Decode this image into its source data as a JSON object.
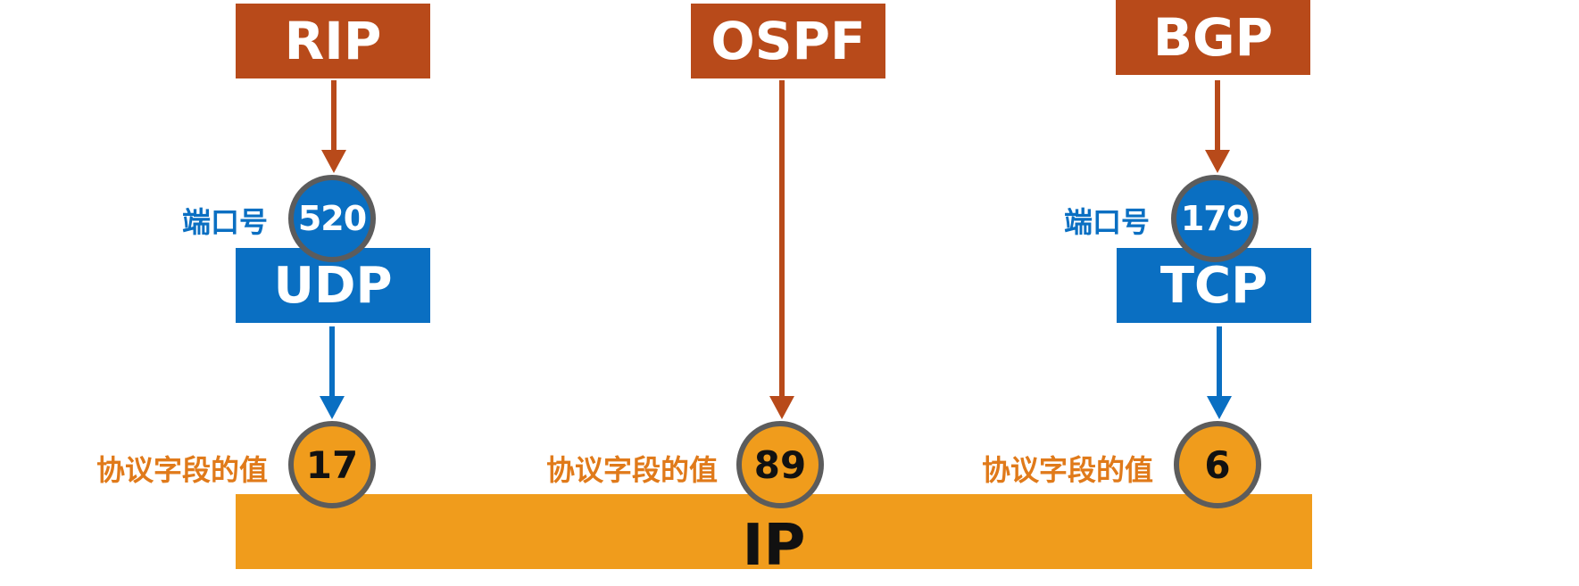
{
  "protocols": {
    "rip": "RIP",
    "ospf": "OSPF",
    "bgp": "BGP"
  },
  "transport": {
    "udp": "UDP",
    "tcp": "TCP"
  },
  "ports": {
    "label": "端口号",
    "udp_port": "520",
    "tcp_port": "179"
  },
  "protocol_field": {
    "label": "协议字段的值",
    "udp_value": "17",
    "ospf_value": "89",
    "tcp_value": "6"
  },
  "network": {
    "ip": "IP"
  },
  "colors": {
    "protocol_box": "#b84a1a",
    "transport_box": "#0a6fc2",
    "ip_bar": "#f09c1c",
    "port_label": "#0a6fc2",
    "field_label": "#e07a1a",
    "circle_border": "#5c5c5c"
  }
}
